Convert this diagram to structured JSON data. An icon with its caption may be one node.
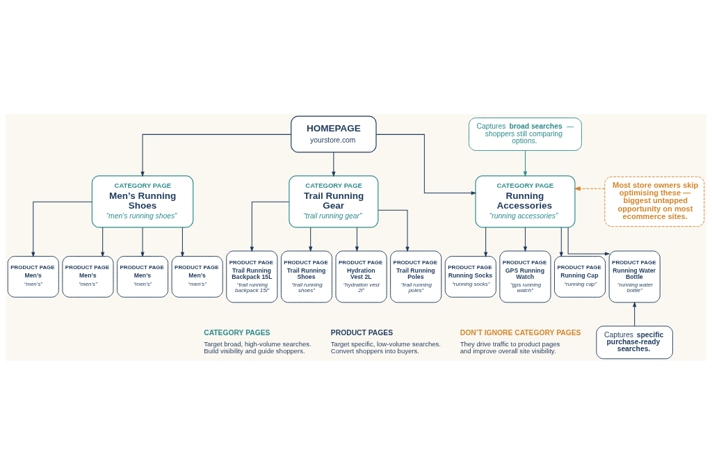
{
  "diagram": {
    "nodes": [
      {
        "text": [
          "HOMEPAGE",
          "yourstore.com"
        ]
      },
      {
        "text": [
          "CATEGORY PAGE",
          "Men’s Running Shoes",
          "“men’s running shoes”"
        ]
      },
      {
        "text": [
          "CATEGORY PAGE",
          "Trail Running Gear",
          "“trail running gear”"
        ]
      },
      {
        "text": [
          "CATEGORY PAGE",
          "Running Accessories",
          "“running accessories”"
        ]
      },
      {
        "text": [
          "PRODUCT PAGE",
          "Men’s",
          "“men’s”"
        ]
      },
      {
        "text": [
          "PRODUCT PAGE",
          "Men’s",
          "“men’s”"
        ]
      },
      {
        "text": [
          "PRODUCT PAGE",
          "Men’s",
          "“men’s”"
        ]
      },
      {
        "text": [
          "PRODUCT PAGE",
          "Men’s",
          "“men’s”"
        ]
      },
      {
        "text": [
          "PRODUCT PAGE",
          "Trail Running Backpack 15L",
          "“trail running backpack 15l”"
        ]
      },
      {
        "text": [
          "PRODUCT PAGE",
          "Trail Running Shoes",
          "“trail running shoes”"
        ]
      },
      {
        "text": [
          "PRODUCT PAGE",
          "Hydration Vest 2L",
          "“hydration vest 2l”"
        ]
      },
      {
        "text": [
          "PRODUCT PAGE",
          "Trail Running Poles",
          "“trail running poles”"
        ]
      },
      {
        "text": [
          "PRODUCT PAGE",
          "Running Socks",
          "“running socks”"
        ]
      },
      {
        "text": [
          "PRODUCT PAGE",
          "GPS Running Watch",
          "“gps running watch”"
        ]
      },
      {
        "text": [
          "PRODUCT PAGE",
          "Running Cap",
          "“running cap”"
        ]
      },
      {
        "text": [
          "PRODUCT PAGE",
          "Running Water Bottle",
          "“running water bottle”"
        ]
      },
      {
        "text": [
          "Captures **broad searches** — shoppers still comparing options."
        ]
      },
      {
        "text": [
          "Most store owners skip optimising these — biggest untapped opportunity on most ecommerce sites."
        ]
      },
      {
        "text": [
          "Captures **specific purchase-ready searches.**"
        ]
      }
    ],
    "edges": [
      {
        "from": 0,
        "to": 1,
        "arrow": "to"
      },
      {
        "from": 0,
        "to": 2,
        "arrow": "to"
      },
      {
        "from": 0,
        "to": 3,
        "arrow": "to"
      },
      {
        "from": 1,
        "to": 4,
        "arrow": "to"
      },
      {
        "from": 1,
        "to": 5,
        "arrow": "to"
      },
      {
        "from": 1,
        "to": 6,
        "arrow": "to"
      },
      {
        "from": 1,
        "to": 7,
        "arrow": "to"
      },
      {
        "from": 2,
        "to": 8,
        "arrow": "to"
      },
      {
        "from": 2,
        "to": 9,
        "arrow": "to"
      },
      {
        "from": 2,
        "to": 10,
        "arrow": "to"
      },
      {
        "from": 2,
        "to": 11,
        "arrow": "to"
      },
      {
        "from": 3,
        "to": 12,
        "arrow": "to"
      },
      {
        "from": 3,
        "to": 13,
        "arrow": "to"
      },
      {
        "from": 3,
        "to": 14,
        "arrow": "to"
      },
      {
        "from": 3,
        "to": 15,
        "arrow": "to"
      },
      {
        "from": 16,
        "to": 3,
        "arrow": "to",
        "color": "#2e8b8b"
      },
      {
        "from": 17,
        "to": 3,
        "arrow": "to",
        "style": "dashed",
        "color": "#d4862a"
      },
      {
        "from": 18,
        "to": 15,
        "arrow": "to"
      }
    ],
    "labels": [
      "CATEGORY PAGES",
      "Target broad, high-volume searches. Build visibility and guide shoppers.",
      "PRODUCT PAGES",
      "Target specific, low-volume searches. Convert shoppers into buyers.",
      "DON’T IGNORE CATEGORY PAGES",
      "They drive traffic to product pages and improve overall site visibility."
    ]
  }
}
